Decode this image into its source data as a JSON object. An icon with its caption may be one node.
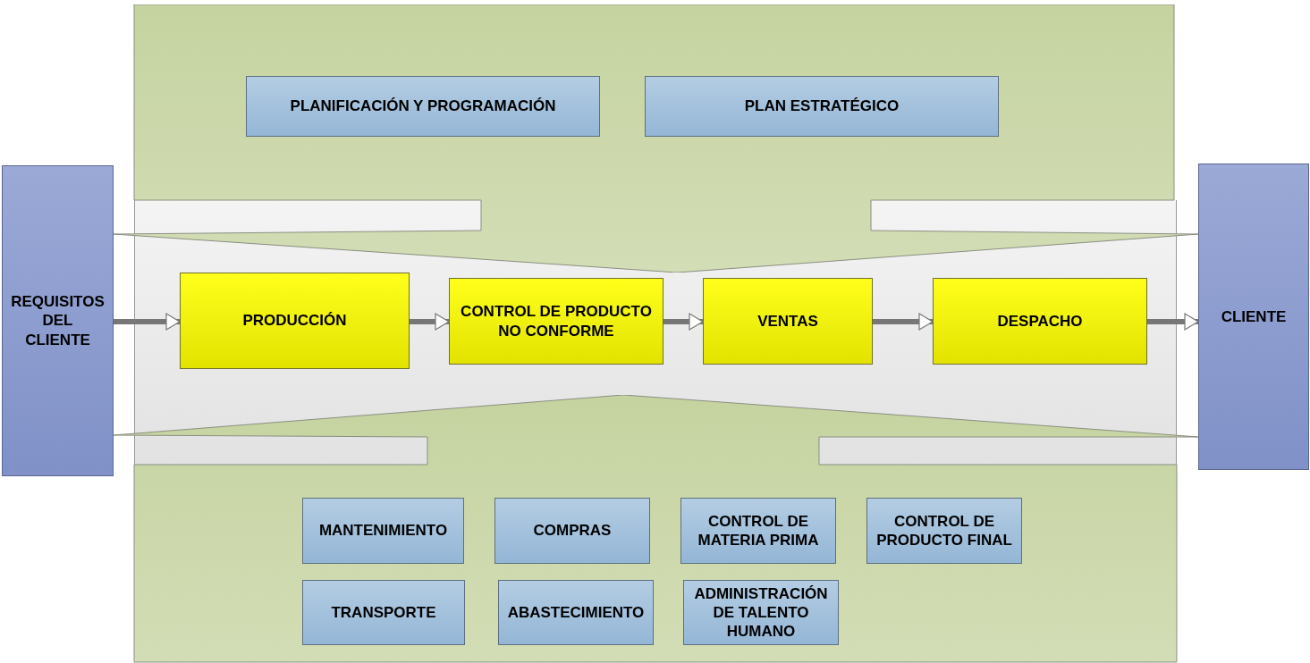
{
  "diagram": {
    "nodes": [
      {
        "text": [],
        "shape": "box"
      },
      {
        "text": [
          "PLANIFICACIÓN Y PROGRAMACIÓN"
        ],
        "in": 0
      },
      {
        "text": [
          "PLAN ESTRATÉGICO"
        ],
        "in": 0
      },
      {
        "text": [
          "REQUISITOS DEL CLIENTE"
        ]
      },
      {
        "text": [
          "PRODUCCIÓN"
        ]
      },
      {
        "text": [
          "CONTROL DE PRODUCTO NO CONFORME"
        ]
      },
      {
        "text": [
          "VENTAS"
        ]
      },
      {
        "text": [
          "DESPACHO"
        ]
      },
      {
        "text": [
          "CLIENTE"
        ]
      },
      {
        "text": [],
        "shape": "box"
      },
      {
        "text": [
          "MANTENIMIENTO"
        ],
        "in": 9
      },
      {
        "text": [
          "COMPRAS"
        ],
        "in": 9
      },
      {
        "text": [
          "CONTROL DE MATERIA PRIMA"
        ],
        "in": 9
      },
      {
        "text": [
          "CONTROL DE PRODUCTO FINAL"
        ],
        "in": 9
      },
      {
        "text": [
          "TRANSPORTE"
        ],
        "in": 9
      },
      {
        "text": [
          "ABASTECIMIENTO"
        ],
        "in": 9
      },
      {
        "text": [
          "ADMINISTRACIÓN DE TALENTO HUMANO"
        ],
        "in": 9
      }
    ],
    "edges": [
      {
        "from": 3,
        "to": 4,
        "arrow": "to"
      },
      {
        "from": 4,
        "to": 5,
        "arrow": "to"
      },
      {
        "from": 5,
        "to": 6,
        "arrow": "to"
      },
      {
        "from": 6,
        "to": 7,
        "arrow": "to"
      },
      {
        "from": 7,
        "to": 8,
        "arrow": "to"
      }
    ]
  }
}
